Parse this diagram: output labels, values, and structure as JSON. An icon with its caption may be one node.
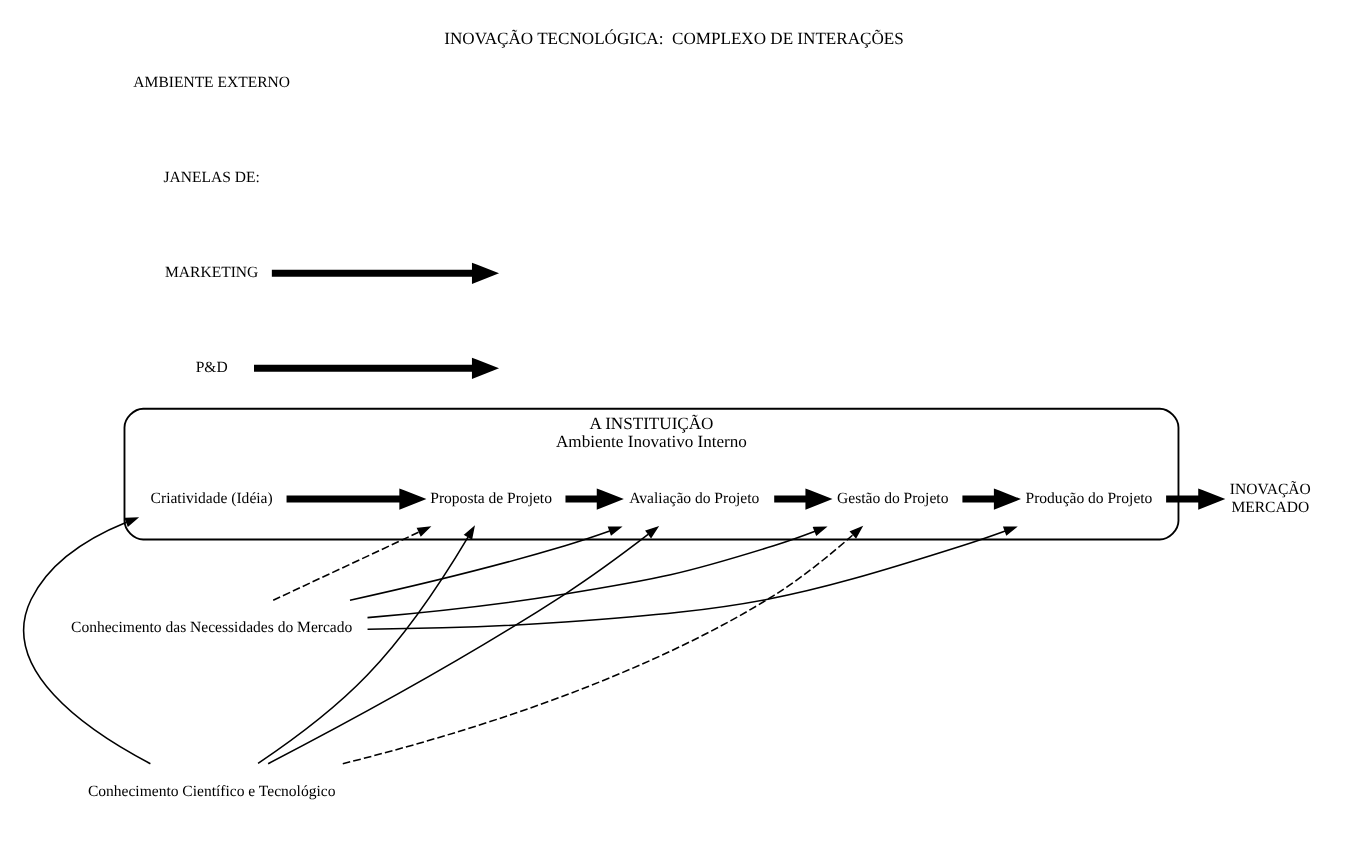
{
  "diagram": {
    "title": "INOVAÇÃO TECNOLÓGICA:  COMPLEXO DE INTERAÇÕES",
    "nodes": [
      {
        "text": [
          "A INSTITUIÇÃO",
          "Ambiente Inovativo Interno"
        ]
      },
      {
        "text": [
          "Criatividade (Idéia)"
        ],
        "in": 0
      },
      {
        "text": [
          "Proposta de Projeto"
        ],
        "in": 0
      },
      {
        "text": [
          "Avaliação do Projeto"
        ],
        "in": 0
      },
      {
        "text": [
          "Gestão do Projeto"
        ],
        "in": 0
      },
      {
        "text": [
          "Produção do Projeto"
        ],
        "in": 0
      },
      {
        "text": [
          "INOVAÇÃO",
          "MERCADO"
        ]
      },
      {
        "text": [
          "Conhecimento Científico e Tecnológico"
        ]
      },
      {
        "text": [
          "Conhecimento das Necessidades do Mercado"
        ]
      },
      {
        "text": [
          "P&D"
        ]
      },
      {
        "text": [
          "MARKETING"
        ]
      }
    ],
    "edges": [
      {
        "from": 1,
        "to": 2,
        "arrow": "to",
        "style": "thick"
      },
      {
        "from": 2,
        "to": 3,
        "arrow": "to",
        "style": "thick"
      },
      {
        "from": 3,
        "to": 4,
        "arrow": "to",
        "style": "thick"
      },
      {
        "from": 4,
        "to": 5,
        "arrow": "to",
        "style": "thick"
      },
      {
        "from": 5,
        "to": 6,
        "arrow": "to",
        "style": "thick"
      },
      {
        "from": 7,
        "to": 1,
        "arrow": "to"
      },
      {
        "from": 7,
        "to": 2,
        "arrow": "to"
      },
      {
        "from": 7,
        "to": 3,
        "arrow": "to"
      },
      {
        "from": 7,
        "to": 4,
        "arrow": "to",
        "style": "dashed"
      },
      {
        "from": 8,
        "to": 2,
        "arrow": "to",
        "style": "dashed"
      },
      {
        "from": 8,
        "to": 3,
        "arrow": "to"
      },
      {
        "from": 8,
        "to": 4,
        "arrow": "to"
      },
      {
        "from": 8,
        "to": 5,
        "arrow": "to"
      },
      {
        "from": 9,
        "to": null,
        "arrow": "to",
        "style": "thick"
      },
      {
        "from": 10,
        "to": null,
        "arrow": "to",
        "style": "thick"
      }
    ],
    "labels": [
      "JANELAS DE:",
      "AMBIENTE EXTERNO"
    ]
  }
}
